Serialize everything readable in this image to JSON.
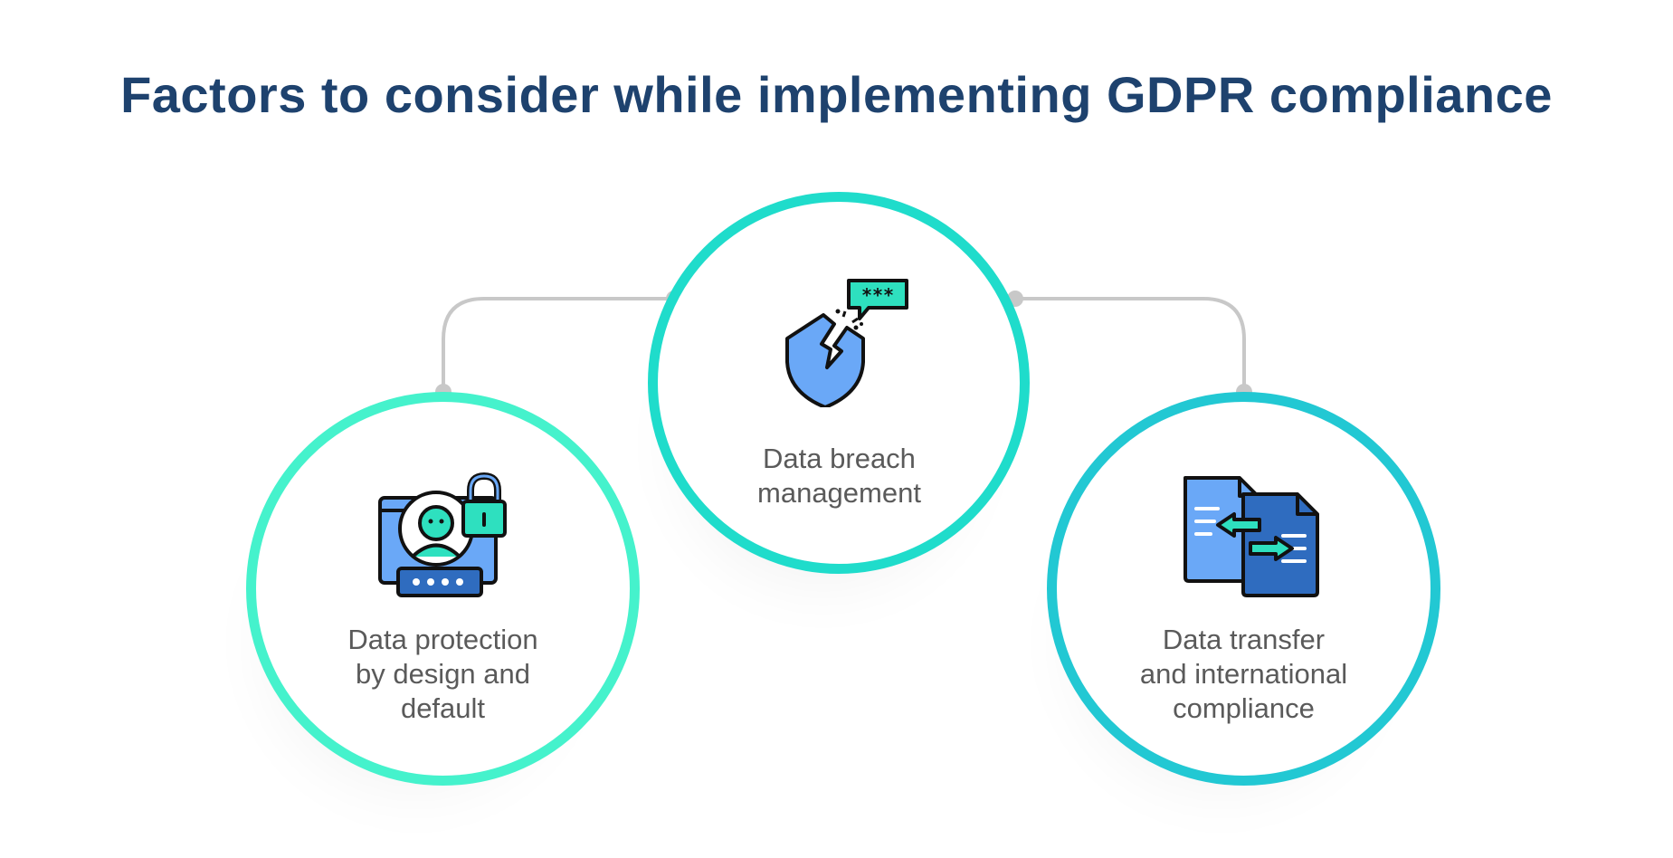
{
  "title": "Factors to consider while implementing GDPR compliance",
  "colors": {
    "title": "#1e426e",
    "label": "#5a5a5a",
    "ring_left": "#45f2cc",
    "ring_center": "#1fdccb",
    "ring_right": "#22c8d3",
    "connector": "#c8c8c8",
    "icon_blue": "#6aa8f7",
    "icon_dark_blue": "#2f6cbf",
    "icon_teal": "#2ee0bf",
    "icon_outline": "#111111"
  },
  "factors": [
    {
      "icon": "user-lock-icon",
      "label_lines": [
        "Data protection",
        "by design and",
        "default"
      ]
    },
    {
      "icon": "broken-shield-icon",
      "label_lines": [
        "Data breach",
        "management"
      ]
    },
    {
      "icon": "document-transfer-icon",
      "label_lines": [
        "Data transfer",
        "and international",
        "compliance"
      ]
    }
  ]
}
